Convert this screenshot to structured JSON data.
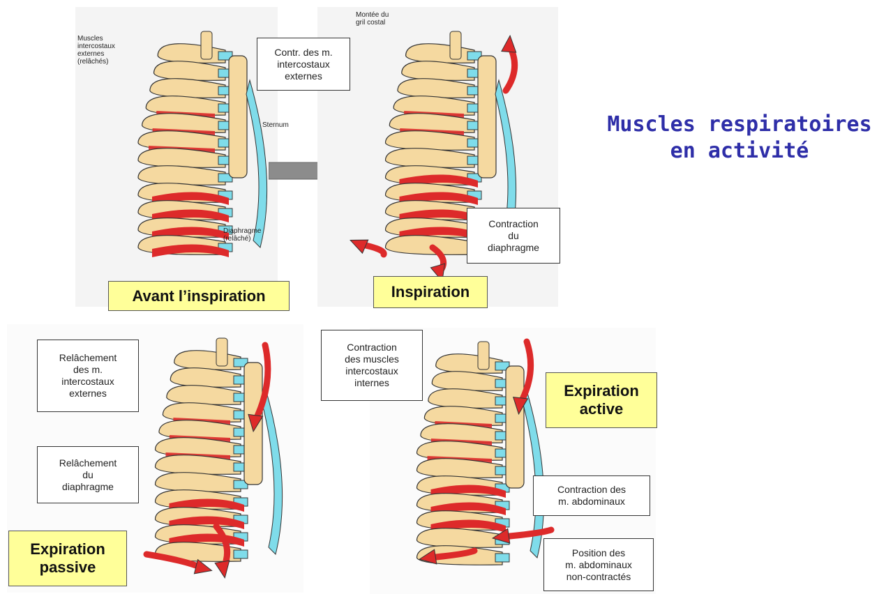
{
  "title": "Muscles respiratoires\nen activité",
  "colors": {
    "bone": "#f5d9a0",
    "cartilage": "#7fdcea",
    "muscle": "#dd2a2a",
    "arrow": "#8c8c8c",
    "stage_bg": "#ffff99",
    "title": "#2e2ea8"
  },
  "panels": {
    "before": {
      "stage": "Avant l’inspiration",
      "label_intercostal": "Muscles\nintercostaux\nexternes\n(relâchés)",
      "label_sternum": "Sternum",
      "label_diaphragm": "Diaphragme\n(relâché)"
    },
    "inspiration": {
      "stage": "Inspiration",
      "label_rib_rise": "Montée du\ngril costal",
      "label_intercostal": "Contr. des m.\nintercostaux\nexternes",
      "label_diaphragm": "Contraction\ndu\ndiaphragme"
    },
    "passive": {
      "stage": "Expiration\npassive",
      "label_intercostal": "Relâchement\ndes m.\nintercostaux\nexternes",
      "label_diaphragm": "Relâchement\ndu\ndiaphragme"
    },
    "active": {
      "stage": "Expiration\nactive",
      "label_intercostal": "Contraction\ndes muscles\nintercostaux\ninternes",
      "label_abdominal": "Contraction des\nm. abdominaux",
      "label_abdominal_rest": "Position des\nm. abdominaux\nnon-contractés"
    }
  },
  "transition_arrow": "right-arrow-icon"
}
